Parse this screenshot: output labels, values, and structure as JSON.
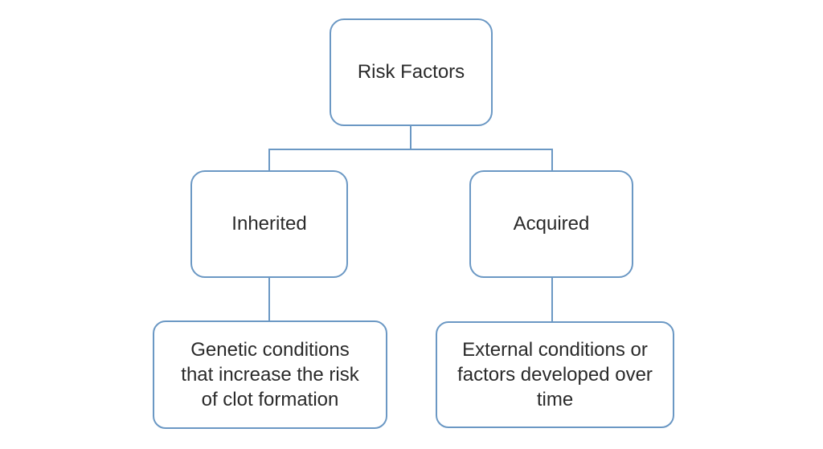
{
  "diagram": {
    "type": "tree",
    "nodes": {
      "root": {
        "label": "Risk Factors"
      },
      "inherited": {
        "label": "Inherited"
      },
      "acquired": {
        "label": "Acquired"
      },
      "inherited_desc": {
        "label": "Genetic conditions\nthat increase the risk\nof clot formation"
      },
      "acquired_desc": {
        "label": "External conditions or\nfactors developed over\ntime"
      }
    },
    "edges": [
      {
        "from": "root",
        "to": "inherited"
      },
      {
        "from": "root",
        "to": "acquired"
      },
      {
        "from": "inherited",
        "to": "inherited_desc"
      },
      {
        "from": "acquired",
        "to": "acquired_desc"
      }
    ],
    "colors": {
      "node_border": "#6b98c4",
      "connector": "#6b98c4",
      "text": "#2a2a2a",
      "background": "#ffffff"
    }
  }
}
